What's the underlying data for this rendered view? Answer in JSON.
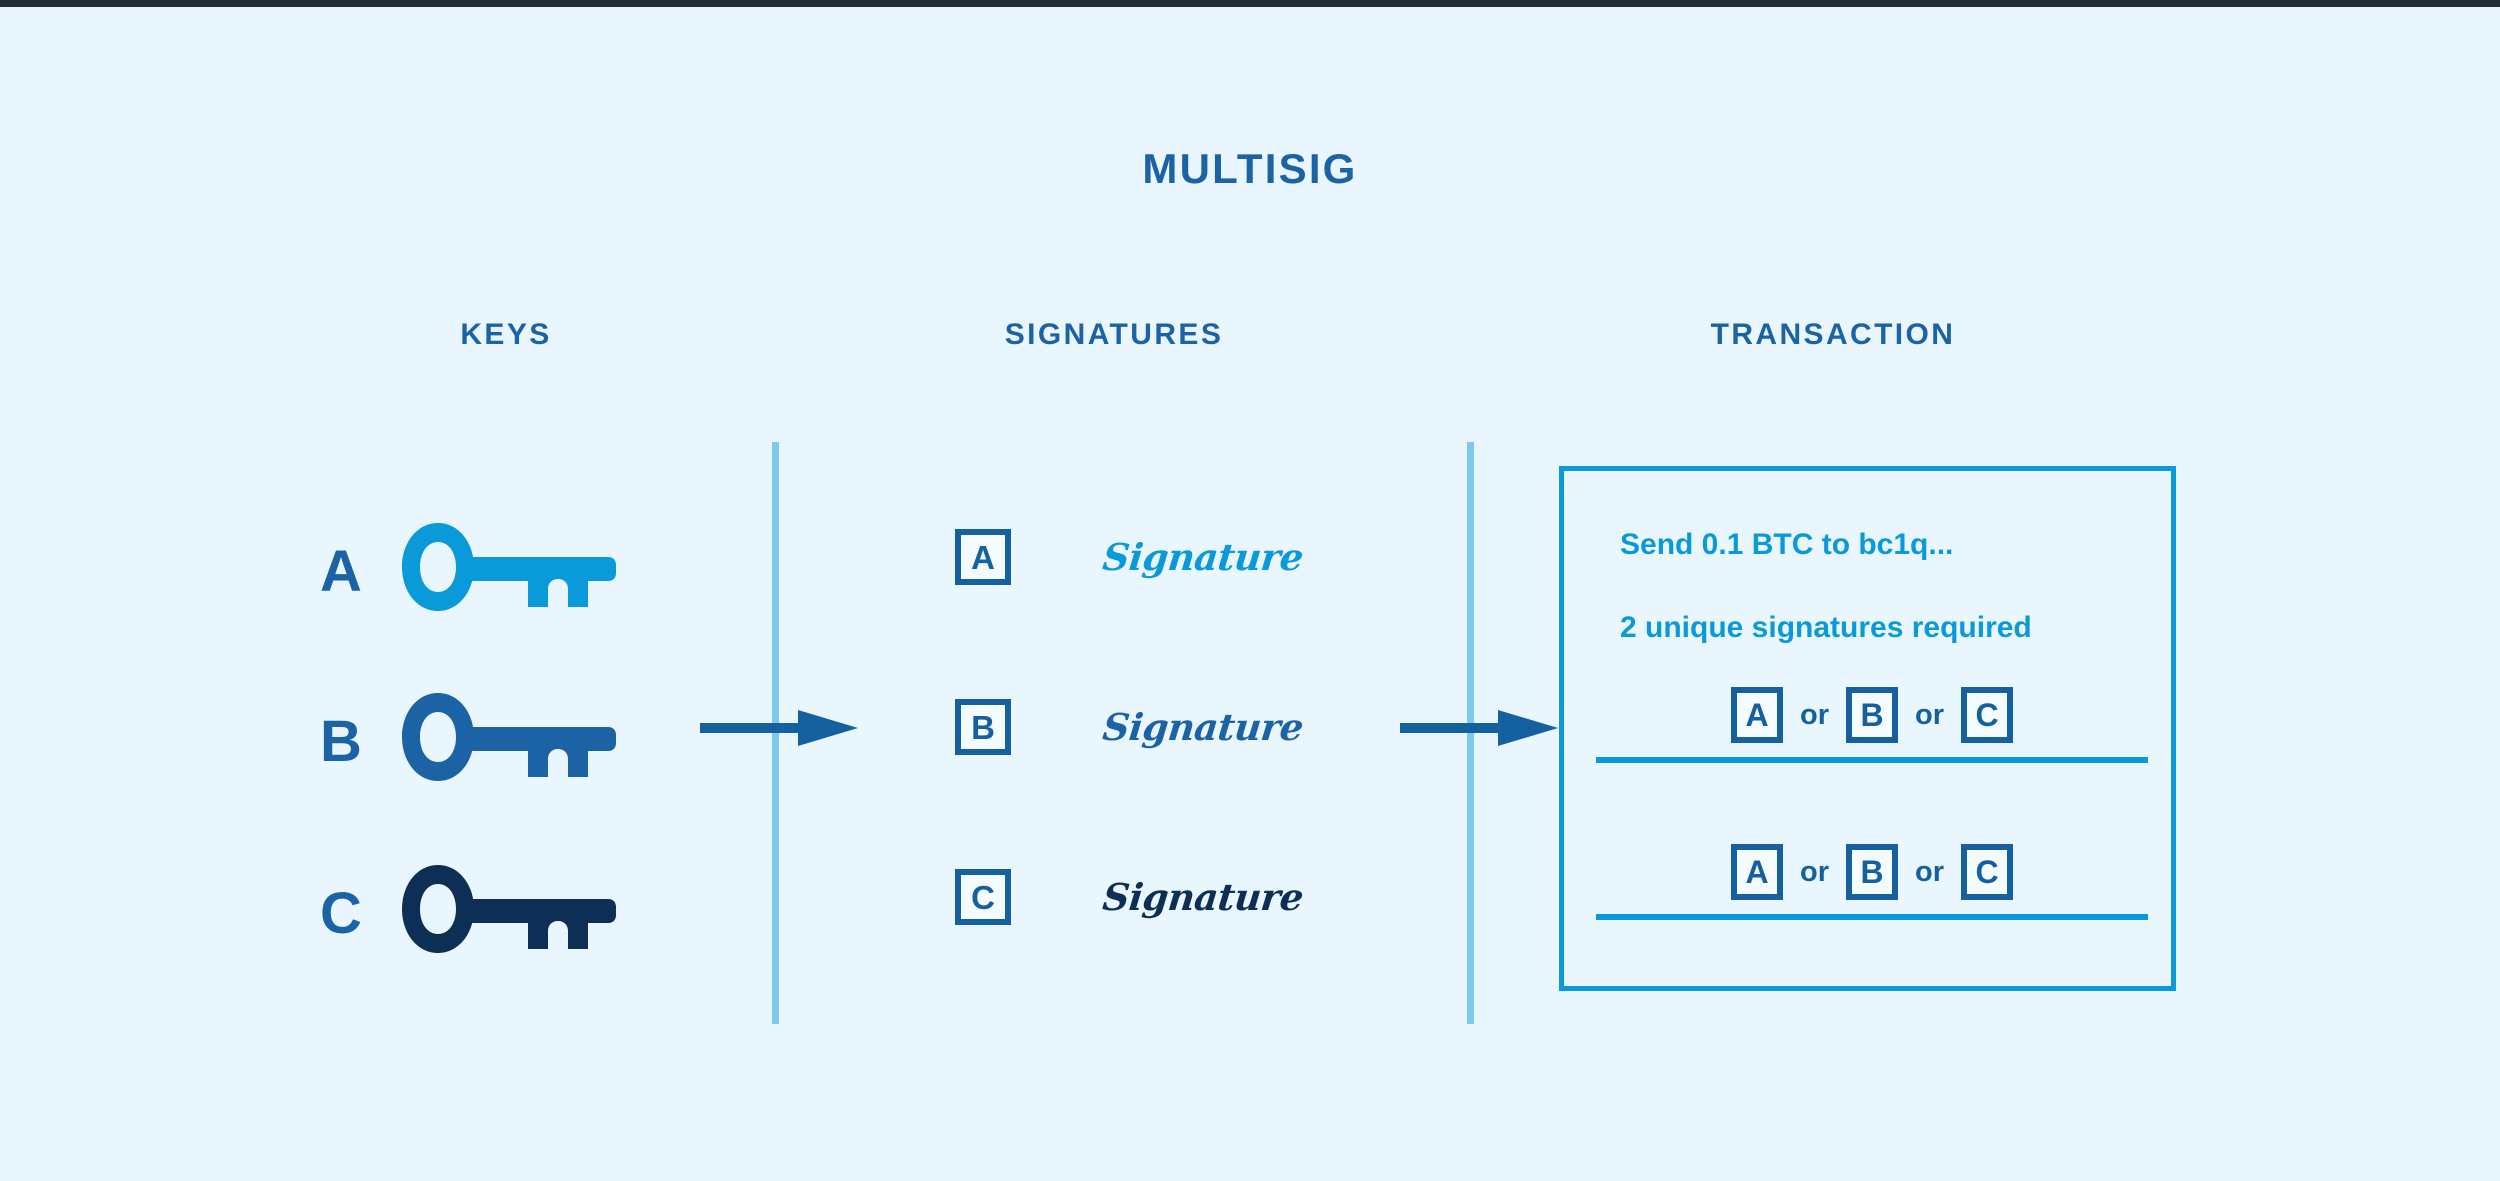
{
  "page": {
    "title": "MULTISIG",
    "background_color": "#e9f6fd",
    "accent_bright": "#0a99d9",
    "accent_medium": "#1b63a5",
    "accent_dark": "#0d2f56",
    "divider_color": "#7ec9ec"
  },
  "columns": {
    "keys_header": "KEYS",
    "signatures_header": "SIGNATURES",
    "transaction_header": "TRANSACTION"
  },
  "keys": [
    {
      "label": "A",
      "color": "#0a99d9"
    },
    {
      "label": "B",
      "color": "#1b63a5"
    },
    {
      "label": "C",
      "color": "#0d2f56"
    }
  ],
  "signatures": [
    {
      "label": "A",
      "text": "Signature",
      "color": "#0a99d9"
    },
    {
      "label": "B",
      "text": "Signature",
      "color": "#1b63a5"
    },
    {
      "label": "C",
      "text": "Signature",
      "color": "#0d2f56"
    }
  ],
  "transaction": {
    "amount_line": "Send 0.1 BTC to bc1q...",
    "requirement_line": "2 unique signatures required",
    "slots": [
      {
        "choices": [
          "A",
          "B",
          "C"
        ],
        "separator": "or"
      },
      {
        "choices": [
          "A",
          "B",
          "C"
        ],
        "separator": "or"
      }
    ]
  },
  "arrows": [
    {
      "name": "keys-to-signatures"
    },
    {
      "name": "signatures-to-transaction"
    }
  ]
}
